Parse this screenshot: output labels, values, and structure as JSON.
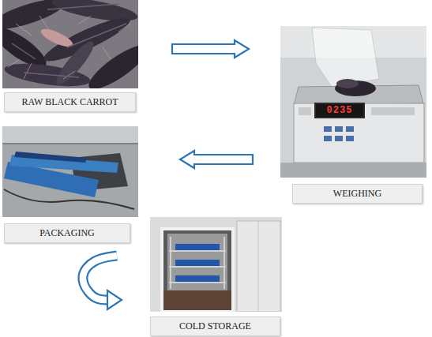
{
  "diagram": {
    "nodes": [
      {
        "text": [
          "RAW BLACK CARROT"
        ]
      },
      {
        "text": [
          "WEIGHING"
        ]
      },
      {
        "text": [
          "PACKAGING"
        ]
      },
      {
        "text": [
          "COLD STORAGE"
        ]
      }
    ],
    "edges": [
      {
        "from": 0,
        "to": 1,
        "arrow": "to"
      },
      {
        "from": 1,
        "to": 2,
        "arrow": "to"
      },
      {
        "from": 2,
        "to": 3,
        "arrow": "to"
      }
    ],
    "labels": [
      "0235"
    ]
  }
}
